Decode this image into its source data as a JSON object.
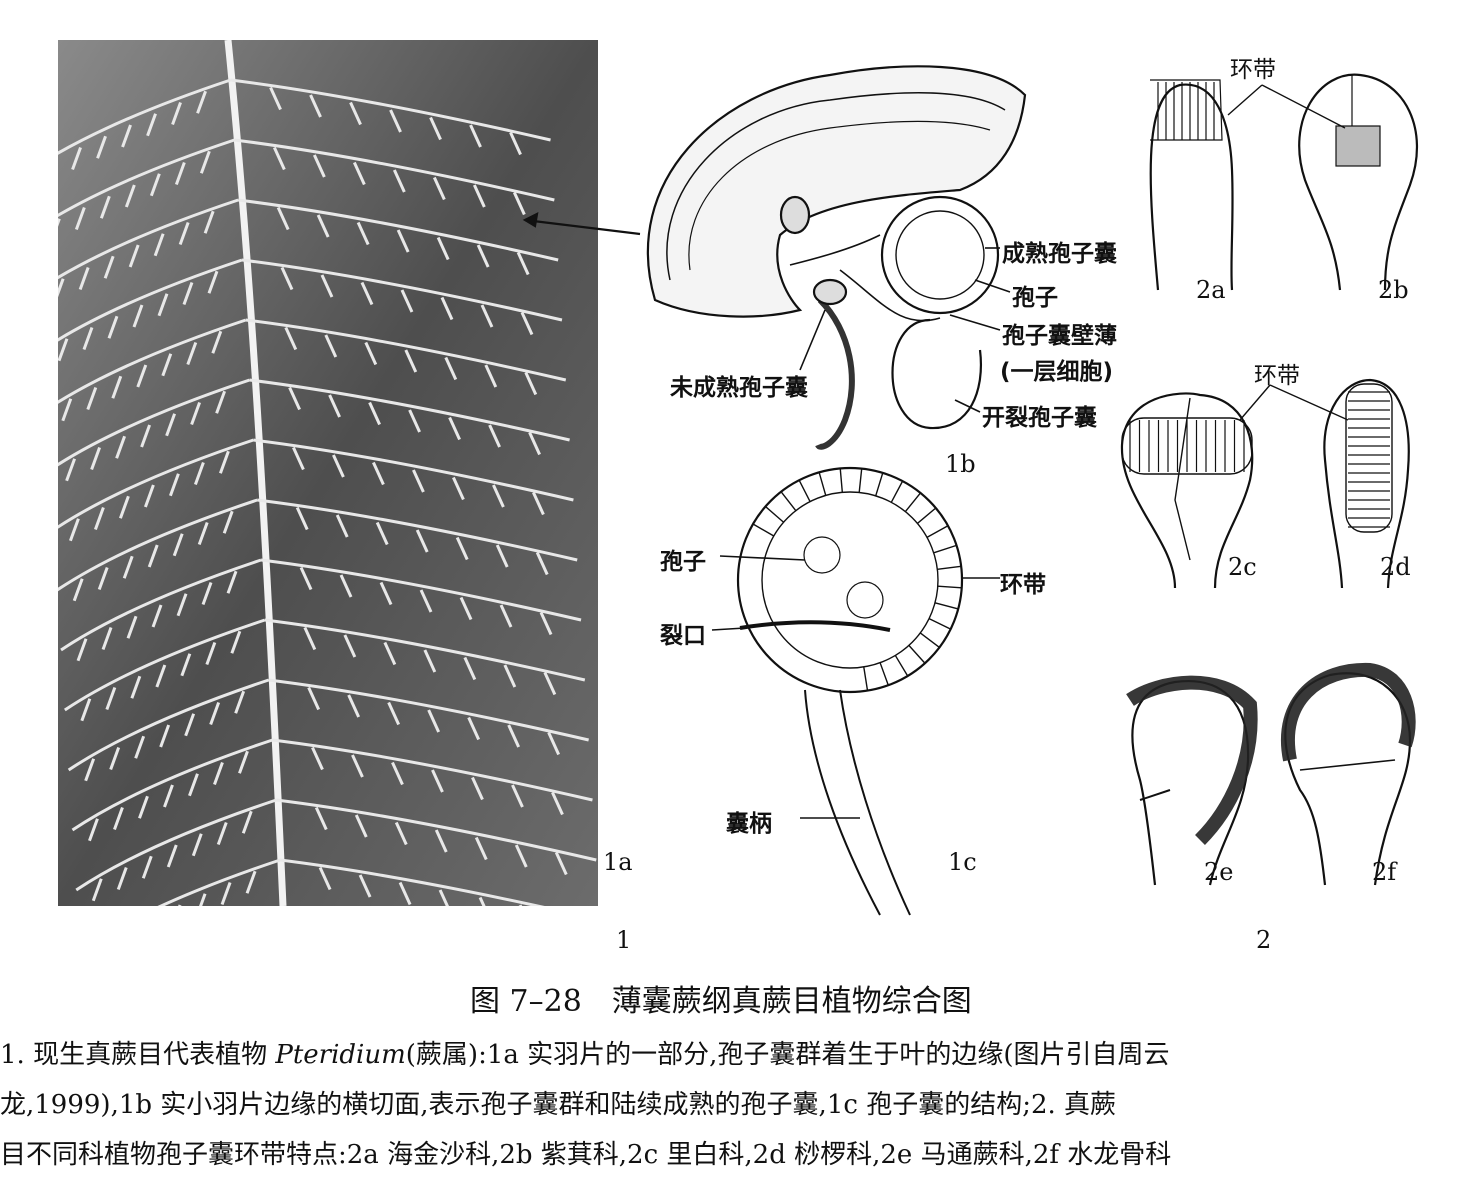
{
  "panels": {
    "p1a": "1a",
    "p1b": "1b",
    "p1c": "1c",
    "p2a": "2a",
    "p2b": "2b",
    "p2c": "2c",
    "p2d": "2d",
    "p2e": "2e",
    "p2f": "2f",
    "group1": "1",
    "group2": "2"
  },
  "labels_1b": {
    "mature": "成熟孢子囊",
    "spore": "孢子",
    "thin_wall": "孢子囊壁薄",
    "one_layer": "(一层细胞)",
    "immature": "未成熟孢子囊",
    "dehisced": "开裂孢子囊"
  },
  "labels_1c": {
    "spore": "孢子",
    "annulus": "环带",
    "stomium": "裂口",
    "stalk": "囊柄"
  },
  "labels_2": {
    "annulus_top": "环带",
    "annulus_mid": "环带"
  },
  "caption": {
    "number": "图 7–28",
    "title": "薄囊蕨纲真蕨目植物综合图"
  },
  "description": {
    "line1_a": "1. 现生真蕨目代表植物 ",
    "line1_genus": "Pteridium",
    "line1_b": "(蕨属):1a 实羽片的一部分,孢子囊群着生于叶的边缘(图片引自周云",
    "line2": "龙,1999),1b 实小羽片边缘的横切面,表示孢子囊群和陆续成熟的孢子囊,1c 孢子囊的结构;2. 真蕨",
    "line3": "目不同科植物孢子囊环带特点:2a 海金沙科,2b 紫萁科,2c 里白科,2d 桫椤科,2e 马通蕨科,2f 水龙骨科"
  }
}
